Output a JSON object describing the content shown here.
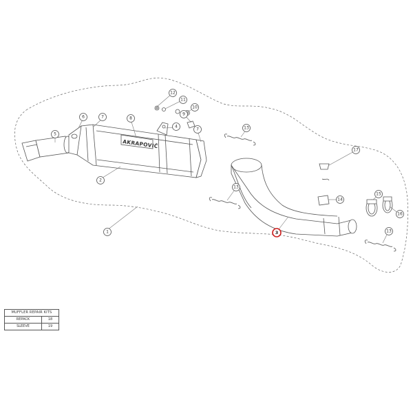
{
  "brand_text": "AKRAPOVIČ",
  "callouts": [
    {
      "id": "c1",
      "label": "1"
    },
    {
      "id": "c2",
      "label": "2"
    },
    {
      "id": "c3",
      "label": "3"
    },
    {
      "id": "c4",
      "label": "4"
    },
    {
      "id": "c5",
      "label": "5"
    },
    {
      "id": "c6",
      "label": "6"
    },
    {
      "id": "c7a",
      "label": "7"
    },
    {
      "id": "c7b",
      "label": "7"
    },
    {
      "id": "c8",
      "label": "8"
    },
    {
      "id": "c9",
      "label": "9"
    },
    {
      "id": "c10",
      "label": "10"
    },
    {
      "id": "c11",
      "label": "11"
    },
    {
      "id": "c12",
      "label": "12"
    },
    {
      "id": "c13a",
      "label": "13"
    },
    {
      "id": "c13b",
      "label": "13"
    },
    {
      "id": "c13c",
      "label": "13"
    },
    {
      "id": "c14",
      "label": "14"
    },
    {
      "id": "c15",
      "label": "15"
    },
    {
      "id": "c16",
      "label": "16"
    },
    {
      "id": "c17",
      "label": "17"
    }
  ],
  "highlight_color": "#cc1f1f",
  "repair_kits": {
    "title": "MUFFLER REPAIR KITS",
    "rows": [
      {
        "name": "REPACK",
        "number": "18"
      },
      {
        "name": "SLEEVE",
        "number": "19"
      }
    ]
  }
}
